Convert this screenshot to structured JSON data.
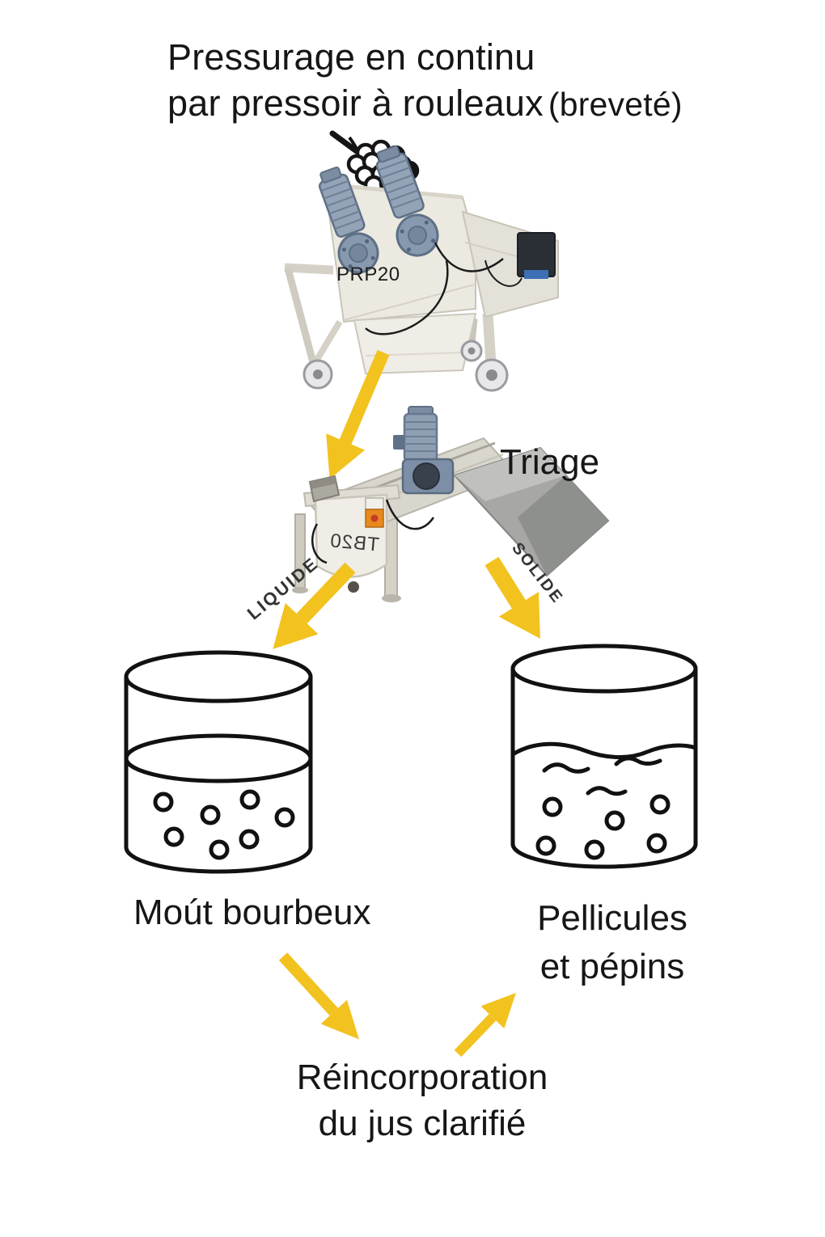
{
  "title": {
    "line1": "Pressurage en continu",
    "line2": "par pressoir à rouleaux",
    "line2_suffix": "(breveté)"
  },
  "machines": {
    "press": {
      "model": "PRP20"
    },
    "sorter": {
      "model": "TB20",
      "label": "Triage"
    }
  },
  "flow_labels": {
    "liquid": "LIQUIDE",
    "solid": "SOLIDE"
  },
  "vats": {
    "left": {
      "label": "Moút bourbeux"
    },
    "right": {
      "label_line1": "Pellicules",
      "label_line2": "et pépins"
    }
  },
  "recirculation": {
    "line1": "Réincorporation",
    "line2": "du jus clarifié"
  },
  "colors": {
    "arrow": "#F2C21F",
    "text": "#161616",
    "background": "#FFFFFF"
  }
}
